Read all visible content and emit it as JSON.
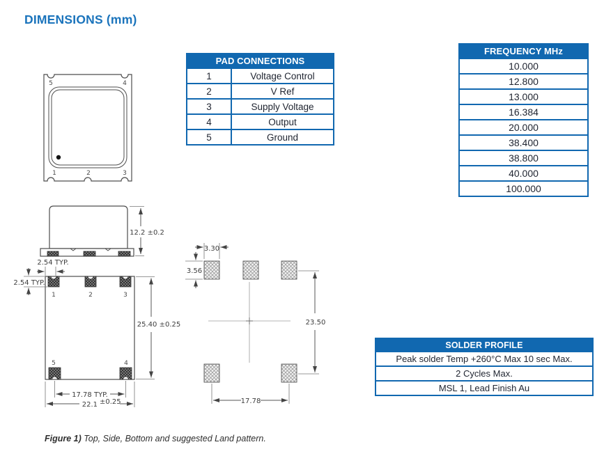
{
  "page": {
    "title": "DIMENSIONS (mm)",
    "caption_label": "Figure 1)",
    "caption_text": " Top, Side, Bottom and suggested Land pattern."
  },
  "colors": {
    "table_blue": "#1168b0",
    "title_blue": "#1b74bc",
    "drawing_line": "#4d4d4d"
  },
  "pad_connections": {
    "title": "PAD CONNECTIONS",
    "rows": [
      {
        "pin": "1",
        "function": "Voltage Control"
      },
      {
        "pin": "2",
        "function": "V Ref"
      },
      {
        "pin": "3",
        "function": "Supply Voltage"
      },
      {
        "pin": "4",
        "function": "Output"
      },
      {
        "pin": "5",
        "function": "Ground"
      }
    ]
  },
  "frequency": {
    "title": "FREQUENCY MHz",
    "values": [
      "10.000",
      "12.800",
      "13.000",
      "16.384",
      "20.000",
      "38.400",
      "38.800",
      "40.000",
      "100.000"
    ]
  },
  "solder_profile": {
    "title": "SOLDER PROFILE",
    "rows": [
      "Peak solder Temp +260°C Max 10 sec Max.",
      "2 Cycles Max.",
      "MSL 1, Lead Finish Au"
    ]
  },
  "drawings": {
    "top_view": {
      "pin_tl": "5",
      "pin_tr": "4",
      "pin_b1": "1",
      "pin_b2": "2",
      "pin_b3": "3"
    },
    "side_view": {
      "height_dim": "12.2 ±0.2"
    },
    "bottom_view": {
      "pin_1": "1",
      "pin_2": "2",
      "pin_3": "3",
      "pin_5": "5",
      "pin_4": "4",
      "pitch_dim": "2.54 TYP.",
      "pad_height_dim": "2.54 TYP.",
      "length_dim": "25.40 ±0.25",
      "pad_span_dim": "17.78 TYP.",
      "width_dim": "22.1",
      "width_tol": "±0.25"
    },
    "land_pattern": {
      "pad_width_dim": "3.30",
      "pad_height_dim": "3.56",
      "vertical_pitch_dim": "23.50",
      "horizontal_span_dim": "17.78"
    }
  }
}
